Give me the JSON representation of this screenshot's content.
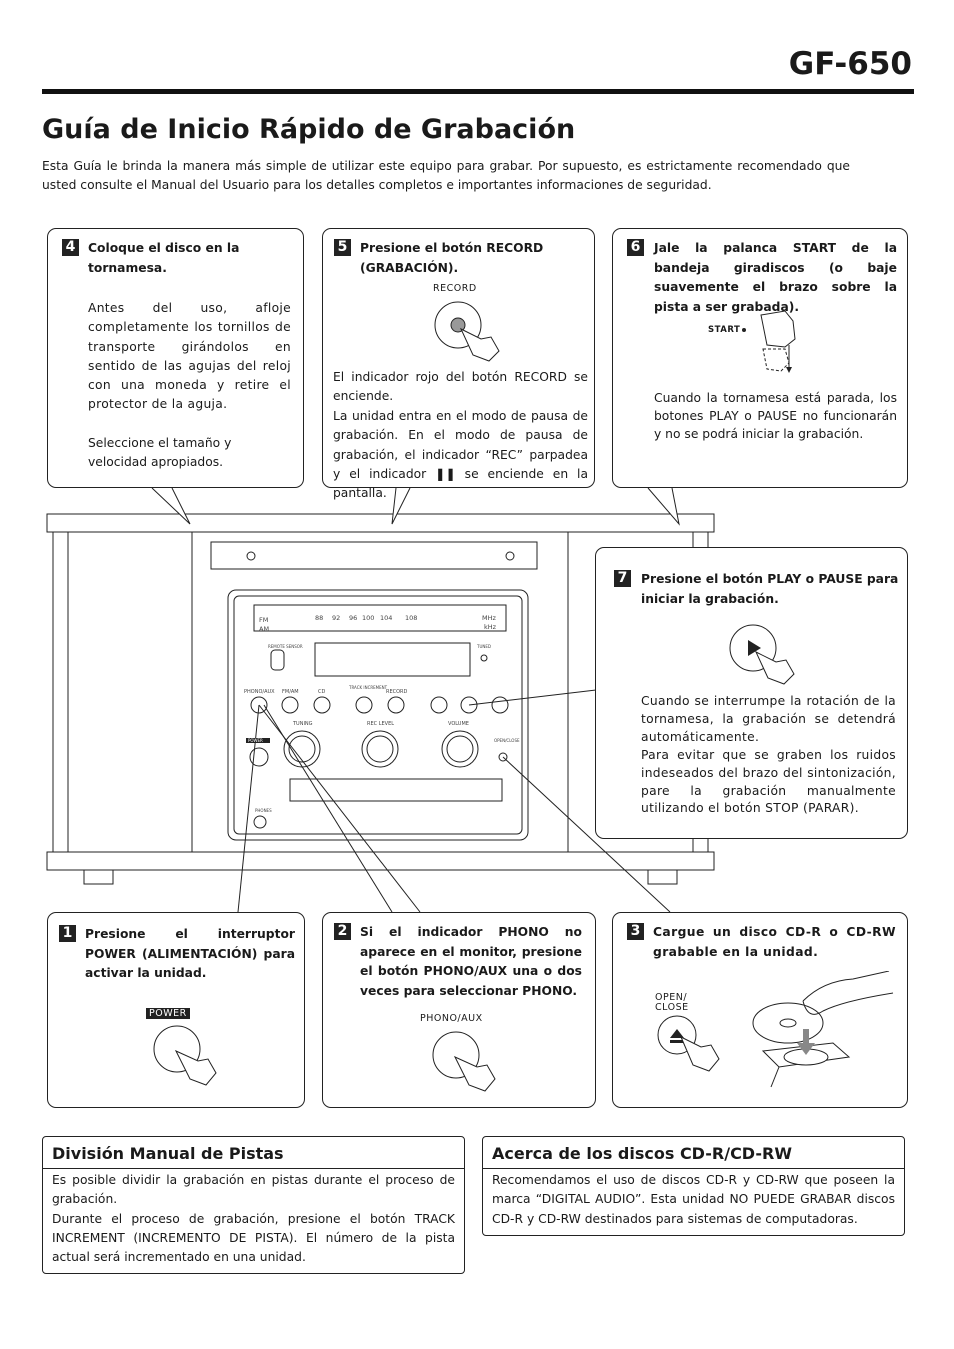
{
  "header": {
    "model": "GF-650",
    "title": "Guía de Inicio Rápido de Grabación",
    "intro": "Esta Guía le brinda la manera más simple de utilizar este equipo para grabar. Por supuesto, es estrictamente recomendado que usted consulte el Manual del Usuario para los detalles completos e importantes informaciones de seguridad."
  },
  "steps": {
    "s4": {
      "num": "4",
      "title": "Coloque el disco en la tornamesa.",
      "p1": "Antes del uso, afloje completamente los tornillos de transporte girándolos en sentido de las agujas del reloj con una moneda y retire el protector de la aguja.",
      "p2": "Seleccione el tamaño y velocidad apropiados."
    },
    "s5": {
      "num": "5",
      "title": "Presione el botón RECORD (GRABACIÓN).",
      "button_label": "RECORD",
      "p1": "El indicador rojo del botón RECORD se enciende.",
      "p2": "La unidad entra en el modo de pausa de grabación. En el modo de pausa de grabación, el indicador “REC” parpadea y el indicador ❚❚ se enciende en la pantalla."
    },
    "s6": {
      "num": "6",
      "title": "Jale la palanca START de la bandeja giradiscos (o baje suavemente el brazo sobre la pista a ser grabada).",
      "lever_label": "START",
      "p1": "Cuando la tornamesa está parada, los botones PLAY o PAUSE no funcionarán y no se podrá iniciar la grabación."
    },
    "s7": {
      "num": "7",
      "title": "Presione el botón PLAY o PAUSE para iniciar la grabación.",
      "p1": "Cuando se interrumpe la rotación de la tornamesa, la grabación se detendrá automáticamente.",
      "p2": "Para evitar que se graben los ruidos indeseados del brazo del sintonización, pare la grabación manualmente utilizando el botón STOP (PARAR)."
    },
    "s1": {
      "num": "1",
      "title": "Presione el interruptor POWER (ALIMENTACIÓN) para activar la unidad.",
      "button_label": "POWER"
    },
    "s2": {
      "num": "2",
      "title": "Si el indicador PHONO no aparece en el monitor, presione el botón PHONO/AUX una o dos veces para seleccionar PHONO.",
      "button_label": "PHONO/AUX"
    },
    "s3": {
      "num": "3",
      "title": "Cargue un disco CD-R o CD-RW grabable en la unidad.",
      "button_label_1": "OPEN/",
      "button_label_2": "CLOSE"
    }
  },
  "device": {
    "fm_label": "FM",
    "am_label": "AM",
    "fm_freqs": [
      "88",
      "92",
      "96",
      "100",
      "104",
      "108"
    ],
    "mhz": "MHz",
    "khz": "kHz",
    "remote_sensor": "REMOTE SENSOR",
    "tuned": "TUNED",
    "buttons": [
      "PHONO/AUX",
      "FM/AM",
      "CD",
      "TRACK INCREMENT",
      "RECORD"
    ],
    "knobs": [
      "TUNING",
      "REC LEVEL",
      "VOLUME"
    ],
    "open_close": "OPEN/CLOSE",
    "phones": "PHONES",
    "power": "POWER"
  },
  "boxes": {
    "division": {
      "title": "División Manual de Pistas",
      "p1": "Es posible dividir la grabación en pistas durante el proceso de grabación.",
      "p2": "Durante el proceso de grabación, presione el botón TRACK INCREMENT (INCREMENTO DE PISTA). El número de la pista actual será incrementado en una unidad."
    },
    "discs": {
      "title": "Acerca de los discos CD-R/CD-RW",
      "p1": "Recomendamos el uso de discos CD-R y CD-RW que poseen la marca “DIGITAL AUDIO”. Esta unidad NO PUEDE GRABAR discos CD-R y CD-RW destinados para sistemas de computadoras."
    }
  }
}
